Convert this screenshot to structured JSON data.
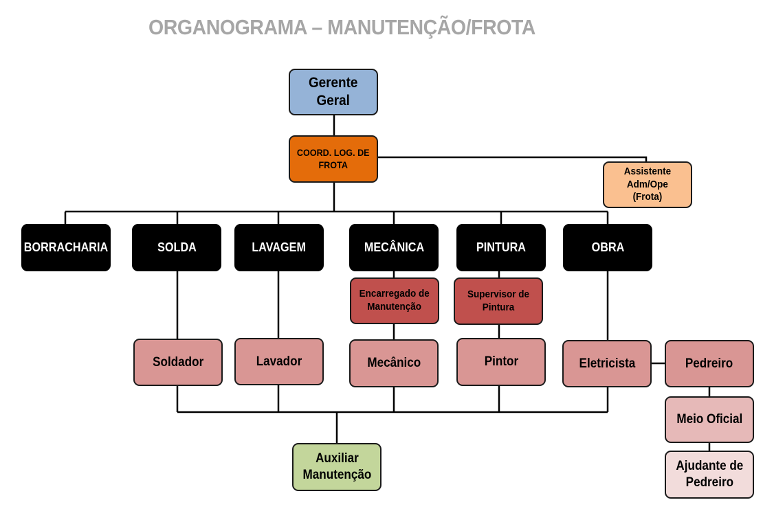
{
  "title": "ORGANOGRAMA – MANUTENÇÃO/FROTA",
  "nodes": {
    "gerente": "Gerente\nGeral",
    "coord": "COORD. LOG. DE\nFROTA",
    "assistente": "Assistente\nAdm/Ope\n(Frota)",
    "borracharia": "BORRACHARIA",
    "solda": "SOLDA",
    "lavagem": "LAVAGEM",
    "mecanica": "MECÂNICA",
    "pintura": "PINTURA",
    "obra": "OBRA",
    "encarregado": "Encarregado de\nManutenção",
    "supervisor": "Supervisor de\nPintura",
    "soldador": "Soldador",
    "lavador": "Lavador",
    "mecanico": "Mecânico",
    "pintor": "Pintor",
    "eletricista": "Eletricista",
    "pedreiro": "Pedreiro",
    "meio_oficial": "Meio Oficial",
    "ajudante": "Ajudante de\nPedreiro",
    "auxiliar": "Auxiliar\nManutenção"
  },
  "colors": {
    "gerente": "#95b3d7",
    "coord": "#e46c0a",
    "assistente": "#fac090",
    "department": "#000000",
    "supervisor": "#c0504d",
    "role": "#d99694",
    "meio_oficial": "#e6b9b8",
    "ajudante": "#f2dcdb",
    "auxiliar": "#c3d69b"
  }
}
